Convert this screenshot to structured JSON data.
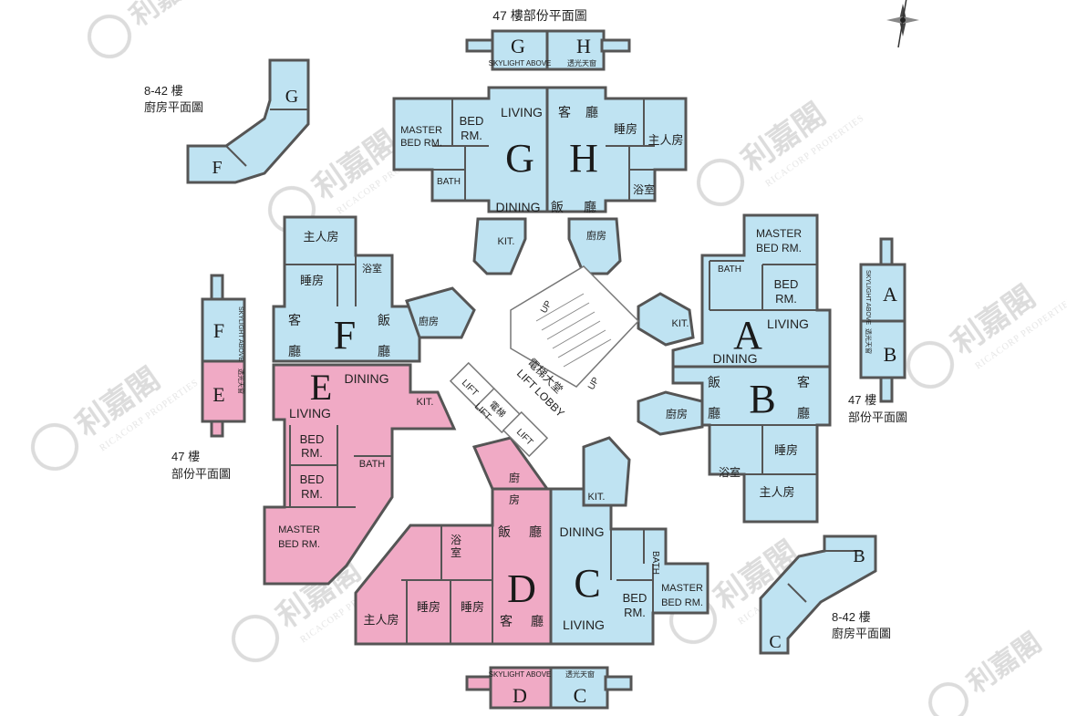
{
  "colors": {
    "blue": "#bfe3f2",
    "pink": "#f0aac5",
    "wall": "#555555",
    "core": "#ffffff"
  },
  "floor_labels": {
    "top": "47 樓部份平面圖",
    "kitchen_left_1": "8-42 樓",
    "kitchen_left_2": "廚房平面圖",
    "left_47_1": "47 樓",
    "left_47_2": "部份平面圖",
    "right_47_1": "47 樓",
    "right_47_2": "部份平面圖",
    "kitchen_right_1": "8-42 樓",
    "kitchen_right_2": "廚房平面圖"
  },
  "skylight": {
    "g": "G",
    "h": "H",
    "g_sub": "SKYLIGHT ABOVE",
    "h_sub": "透光天窗",
    "a": "A",
    "b": "B",
    "a_sub": "SKYLIGHT ABOVE",
    "b_sub": "透光天窗",
    "f": "F",
    "e": "E",
    "f_sub": "SKYLIGHT ABOVE",
    "e_sub": "透光天窗",
    "d": "D",
    "c": "C",
    "d_sub": "SKYLIGHT ABOVE",
    "c_sub": "透光天窗"
  },
  "kitchen_detail": {
    "g": "G",
    "f": "F",
    "b": "B",
    "c": "C"
  },
  "units": {
    "g": {
      "letter": "G",
      "master": "MASTER",
      "master2": "BED RM.",
      "bed": "BED",
      "bed2": "RM.",
      "bath": "BATH",
      "living": "LIVING",
      "dining": "DINING",
      "kit": "KIT."
    },
    "h": {
      "letter": "H",
      "living": "客",
      "living2": "廳",
      "dining": "飯",
      "dining2": "廳",
      "bed": "睡房",
      "master": "主人房",
      "bath": "浴室",
      "kit": "廚房"
    },
    "f": {
      "letter": "F",
      "master": "主人房",
      "bed": "睡房",
      "bath": "浴室",
      "living": "客",
      "living2": "廳",
      "dining": "飯",
      "dining2": "廳",
      "kit": "廚房"
    },
    "e": {
      "letter": "E",
      "dining": "DINING",
      "living": "LIVING",
      "kit": "KIT.",
      "bed": "BED",
      "bed2": "RM.",
      "bedb": "BED",
      "bedb2": "RM.",
      "bath": "BATH",
      "master": "MASTER",
      "master2": "BED RM."
    },
    "a": {
      "letter": "A",
      "master": "MASTER",
      "master2": "BED RM.",
      "bath": "BATH",
      "bed": "BED",
      "bed2": "RM.",
      "kit": "KIT.",
      "living": "LIVING",
      "dining": "DINING"
    },
    "b": {
      "letter": "B",
      "dining": "飯",
      "dining2": "廳",
      "living": "客",
      "living2": "廳",
      "kit": "廚房",
      "bath": "浴室",
      "bed": "睡房",
      "master": "主人房"
    },
    "d": {
      "letter": "D",
      "kit": "廚",
      "kit2": "房",
      "dining": "飯",
      "dining2": "廳",
      "bath": "浴",
      "bath2": "室",
      "master": "主人房",
      "bed": "睡房",
      "bedb": "睡房",
      "living": "客",
      "living2": "廳"
    },
    "c": {
      "letter": "C",
      "kit": "KIT.",
      "dining": "DINING",
      "bath": "BATH",
      "bed": "BED",
      "bed2": "RM.",
      "master": "MASTER",
      "master2": "BED RM.",
      "living": "LIVING"
    }
  },
  "core": {
    "up1": "UP",
    "up2": "UP",
    "lobby_zh": "電梯大堂",
    "lobby_en": "LIFT LOBBY",
    "lift1": "LIFT",
    "lift2": "LIFT",
    "lift3": "電梯",
    "lift4": "LIFT"
  },
  "watermark": {
    "zh": "利嘉閣",
    "en": "RICACORP PROPERTIES"
  },
  "compass": "compass-icon"
}
